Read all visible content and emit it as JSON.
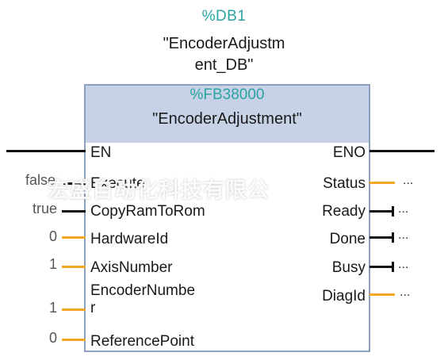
{
  "instance": {
    "db_address": "%DB1",
    "db_name": "\"EncoderAdjustm\nent_DB\""
  },
  "block": {
    "fb_address": "%FB38000",
    "fb_name": "\"EncoderAdjustment\""
  },
  "inputs": [
    {
      "name": "EN",
      "value": ""
    },
    {
      "name": "Execute",
      "value": "false"
    },
    {
      "name": "CopyRamToRom",
      "value": "true"
    },
    {
      "name": "HardwareId",
      "value": "0"
    },
    {
      "name": "AxisNumber",
      "value": "1"
    },
    {
      "name": "EncoderNumbe\nr",
      "value": "1"
    },
    {
      "name": "ReferencePoint",
      "value": "0"
    }
  ],
  "outputs": [
    {
      "name": "ENO",
      "value": ""
    },
    {
      "name": "Status",
      "value": "..."
    },
    {
      "name": "Ready",
      "value": "..."
    },
    {
      "name": "Done",
      "value": "..."
    },
    {
      "name": "Busy",
      "value": "..."
    },
    {
      "name": "DiagId",
      "value": "..."
    }
  ],
  "watermark": "宏盛自动化科技有限公",
  "colors": {
    "address_teal": "#2aa3a3",
    "header_fill": "#c7d2e6",
    "border": "#8aa0be",
    "int_wire_orange": "#f5a623",
    "bool_wire_black": "#111111"
  }
}
